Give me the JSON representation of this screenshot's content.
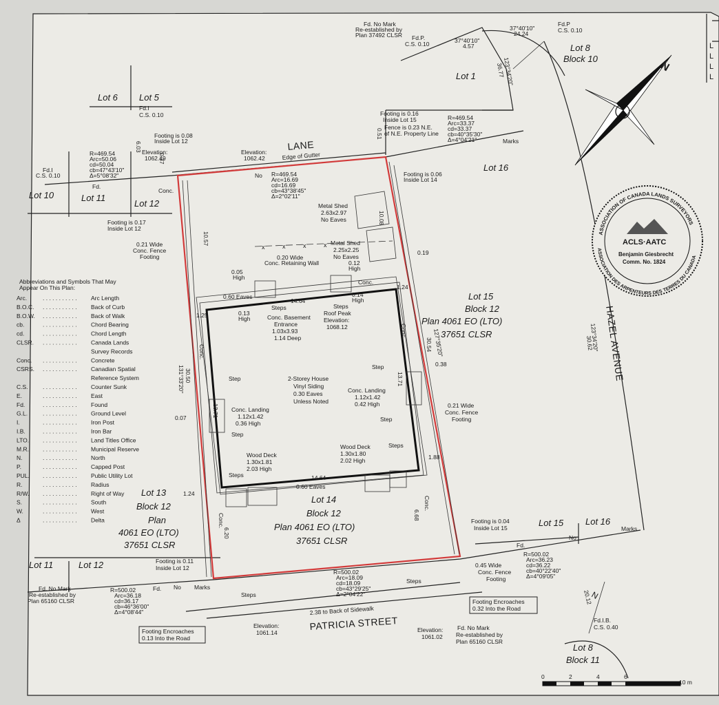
{
  "plan": {
    "street": "PATRICIA STREET",
    "avenue": "HAZEL AVENUE",
    "lane": "LANE",
    "lane_edge": "Edge of Gutter",
    "sidewalk_note": "2.38 to Back of Sidewalk"
  },
  "lots": {
    "lot6": "Lot 6",
    "lot5": "Lot 5",
    "lot1": "Lot 1",
    "lot8_block10": [
      "Lot 8",
      "Block 10"
    ],
    "lot10": "Lot 10",
    "lot11_top": "Lot 11",
    "lot12_top": "Lot 12",
    "lot16_top": "Lot 16",
    "lot15_block": [
      "Lot 15",
      "Block 12",
      "Plan 4061 EO (LTO)",
      "37651 CLSR"
    ],
    "lot13_block": [
      "Lot 13",
      "Block 12",
      "Plan",
      "4061 EO (LTO)",
      "37651 CLSR"
    ],
    "lot14_block": [
      "Lot 14",
      "Block 12",
      "Plan 4061 EO (LTO)",
      "37651 CLSR"
    ],
    "lot11_bot": "Lot 11",
    "lot12_bot": "Lot 12",
    "lot15_bot": "Lot 15",
    "lot16_bot": "Lot 16",
    "lot8_block11": [
      "Lot 8",
      "Block 11"
    ]
  },
  "house": {
    "label": [
      "2-Storey House",
      "Vinyl Siding",
      "0.30 Eaves",
      "Unless Noted"
    ],
    "width_top": "14.64",
    "width_bot": "14.64",
    "depth_left": "13.71",
    "depth_right": "13.71",
    "eaves_top": "0.60 Eaves",
    "eaves_bot": "0.60 Eaves",
    "conc_top": "Conc.",
    "basement": [
      "Conc. Basement",
      "Entrance",
      "1.03x3.93",
      "1.14 Deep"
    ],
    "roof_peak": [
      "Roof Peak",
      "Elevation:",
      "1068.12"
    ],
    "landing_left": [
      "Conc. Landing",
      "1.12x1.42",
      "0.36 High"
    ],
    "landing_right": [
      "Conc. Landing",
      "1.12x1.42",
      "0.42 High"
    ],
    "deck_left": [
      "Wood Deck",
      "1.30x1.81",
      "2.03 High"
    ],
    "deck_right": [
      "Wood Deck",
      "1.30x1.80",
      "2.02 High"
    ],
    "steps": "Steps",
    "step": "Step"
  },
  "sheds": {
    "metal1": [
      "Metal Shed",
      "2.63x2.97",
      "No Eaves"
    ],
    "metal2": [
      "Metal Shed",
      "2.25x2.25",
      "No Eaves"
    ],
    "dim": "10.08"
  },
  "annotations": {
    "fd_no_mark_top": [
      "Fd. No Mark",
      "Re-established by",
      "Plan 37492 CLSR"
    ],
    "fdp_cs010_a": [
      "Fd.P.",
      "C.S. 0.10"
    ],
    "fdp_cs010_b": [
      "Fd.P",
      "C.S. 0.10"
    ],
    "fdi_cs010_top": [
      "Fd.I",
      "C.S. 0.10"
    ],
    "fdi_cs010_left": [
      "Fd.I",
      "C.S. 0.10"
    ],
    "curve_top_arc1": [
      "37°40'10\"",
      "4.57"
    ],
    "curve_top_arc2": [
      "37°40'10\"",
      "24.24"
    ],
    "curve_top_side": [
      "123°34'20\"",
      "36.77"
    ],
    "curve_ne": [
      "R=469.54",
      "Arc=33.37",
      "cd=33.37",
      "cb=40°35'30\"",
      "Δ=4°04'21\""
    ],
    "curve_nw": [
      "R=469.54",
      "Arc=50.06",
      "cd=50.04",
      "cb=47°43'10\"",
      "Δ=5°08'32\""
    ],
    "curve_lane": [
      "R=469.54",
      "Arc=16.69",
      "cd=16.69",
      "cb=43°38'45\"",
      "Δ=2°02'11\""
    ],
    "curve_sw": [
      "R=500.02",
      "Arc=36.18",
      "cd=36.17",
      "cb=46°36'00\"",
      "Δ=4°08'44\""
    ],
    "curve_street": [
      "R=500.02",
      "Arc=18.09",
      "cd=18.09",
      "cb=43°29'25\"",
      "Δ=2°04'22\""
    ],
    "curve_se": [
      "R=500.02",
      "Arc=36.23",
      "cd=36.22",
      "cb=40°22'40\"",
      "Δ=4°09'05\""
    ],
    "elev_nw": [
      "Elevation:",
      "1062.49"
    ],
    "elev_lane": [
      "Elevation:",
      "1062.42"
    ],
    "elev_sw": [
      "Elevation:",
      "1061.14"
    ],
    "elev_se": [
      "Elevation:",
      "1061.02"
    ],
    "footing_nw": [
      "Footing is 0.08",
      "Inside Lot 12"
    ],
    "footing_ne": [
      "Footing is 0.16",
      "Inside Lot 15"
    ],
    "fence_ne": [
      "Fence is 0.23 N.E.",
      "of N.E. Property Line"
    ],
    "footing_ne2": [
      "Footing is 0.06",
      "Inside Lot 14"
    ],
    "footing_w": [
      "Footing is 0.17",
      "Inside Lot 12"
    ],
    "footing_sw": [
      "Footing is 0.11",
      "Inside Lot 12"
    ],
    "footing_se": [
      "Footing is 0.04",
      "Inside Lot 15"
    ],
    "fence_w": [
      "0.21 Wide",
      "Conc. Fence",
      "Footing"
    ],
    "fence_e": [
      "0.21 Wide",
      "Conc. Fence",
      "Footing"
    ],
    "fence_s": [
      "0.45 Wide",
      "Conc. Fence",
      "Footing"
    ],
    "retaining": [
      "0.20 Wide",
      "Conc. Retaining Wall"
    ],
    "high_005": [
      "0.05",
      "High"
    ],
    "high_012": [
      "0.12",
      "High"
    ],
    "high_013": [
      "0.13",
      "High"
    ],
    "high_014": [
      "0.14",
      "High"
    ],
    "encroach_sw": [
      "Footing Encroaches",
      "0.13 Into the Road"
    ],
    "encroach_se": [
      "Footing Encroaches",
      "0.32 Into the Road"
    ],
    "fd_no_mark_sw": [
      "Fd. No Mark",
      "Re-established by",
      "Plan 65160 CLSR"
    ],
    "fd_no_mark_se": [
      "Fd. No Mark",
      "Re-established by",
      "Plan 65160 CLSR"
    ],
    "fdib": [
      "Fd.I.B.",
      "C.S. 0.40"
    ],
    "dims": {
      "d603": "6.03",
      "d037": "0.37",
      "d051": "0.51",
      "d1057": "10.57",
      "d019": "0.19",
      "d124a": "1.24",
      "d124b": "1.24",
      "d125": "1.25",
      "d038": "0.38",
      "d007": "0.07",
      "d188": "1.88",
      "d620": "6.20",
      "d668": "6.68",
      "d3050": "30.50",
      "d3054": "30.54",
      "d3062": "30.62",
      "d2012": "20.12",
      "bear_w": "131°33'20\"",
      "bear_e": "127°35'20\"",
      "bear_hazel": "123°34'20\"",
      "conc": "Conc.",
      "no": "No",
      "fd": "Fd.",
      "marks": "Marks"
    }
  },
  "legend": {
    "title": [
      "Abbreviations and Symbols That May",
      "Appear On This Plan:"
    ],
    "items": [
      [
        "Arc.",
        "Arc Length"
      ],
      [
        "B.O.C.",
        "Back of Curb"
      ],
      [
        "B.O.W.",
        "Back of Walk"
      ],
      [
        "cb.",
        "Chord Bearing"
      ],
      [
        "cd.",
        "Chord Length"
      ],
      [
        "CLSR.",
        "Canada Lands"
      ],
      [
        "",
        "Survey Records"
      ],
      [
        "Conc.",
        "Concrete"
      ],
      [
        "CSRS.",
        "Canadian Spatial"
      ],
      [
        "",
        "Reference System"
      ],
      [
        "C.S.",
        "Counter Sunk"
      ],
      [
        "E.",
        "East"
      ],
      [
        "Fd.",
        "Found"
      ],
      [
        "G.L.",
        "Ground Level"
      ],
      [
        "I.",
        "Iron Post"
      ],
      [
        "I.B.",
        "Iron Bar"
      ],
      [
        "LTO.",
        "Land Titles Office"
      ],
      [
        "M.R.",
        "Municipal Reserve"
      ],
      [
        "N.",
        "North"
      ],
      [
        "P.",
        "Capped Post"
      ],
      [
        "PUL.",
        "Public Utility Lot"
      ],
      [
        "R.",
        "Radius"
      ],
      [
        "R/W.",
        "Right of Way"
      ],
      [
        "S.",
        "South"
      ],
      [
        "W.",
        "West"
      ],
      [
        "Δ",
        "Delta"
      ]
    ]
  },
  "seal": {
    "ring_top": "ASSOCIATION OF CANADA LANDS SURVEYORS",
    "ring_bottom": "ASSOCIATION DES ARPENTEURS DES TERRES DU CANADA",
    "logo": "ACLS·AATC",
    "name": "Benjamin Giesbrecht",
    "comm": "Comm. No. 1824"
  },
  "north_label": "N",
  "scale": {
    "ticks": [
      "0",
      "2",
      "4",
      "6"
    ],
    "end": "10 m"
  },
  "right_edge": [
    "L",
    "L",
    "L",
    "L"
  ]
}
